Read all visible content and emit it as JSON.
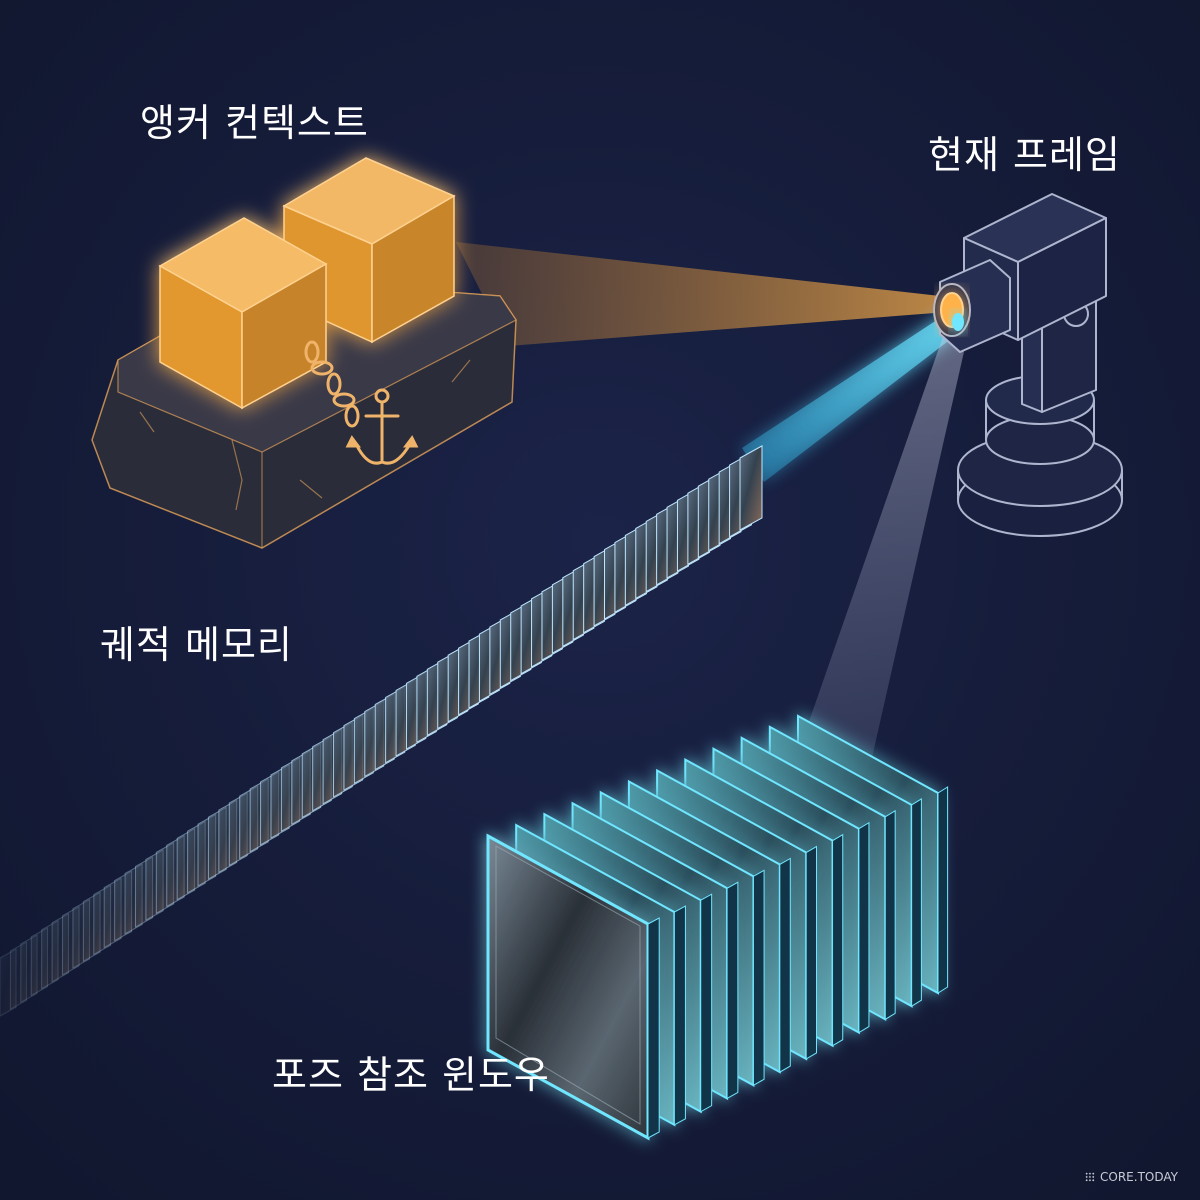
{
  "labels": {
    "anchor_context": "앵커 컨텍스트",
    "current_frame": "현재 프레임",
    "trajectory_memory": "궤적 메모리",
    "pose_reference_window": "포즈 참조 윈도우"
  },
  "watermark": "CORE.TODAY",
  "colors": {
    "background": "#141a38",
    "anchor_orange": "#f0a33c",
    "trajectory_cyan": "#47d4ff",
    "pose_cyan": "#5fe6ff",
    "camera_outline": "#aeb6cf",
    "label_text": "#ffffff"
  },
  "icons": {
    "anchor": "anchor-icon",
    "chain": "chain-icon",
    "camera": "camera-icon"
  }
}
